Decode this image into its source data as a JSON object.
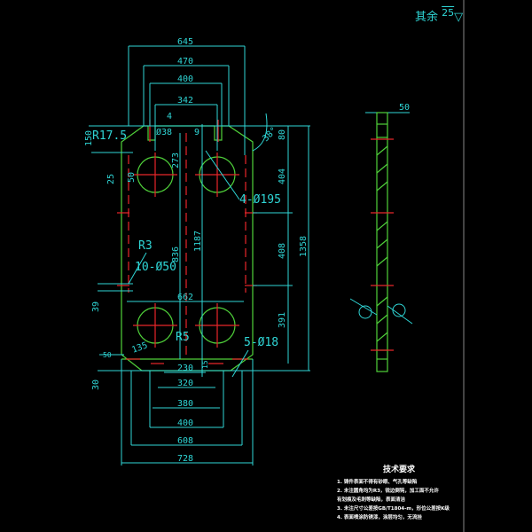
{
  "surface_finish": {
    "label": "其余",
    "value": "25"
  },
  "dimensions": {
    "d645": "645",
    "d470": "470",
    "d400_top": "400",
    "d342": "342",
    "d4": "4",
    "phi38": "Ø38",
    "d9": "9",
    "d273": "273",
    "r17_5": "R17.5",
    "d150": "150",
    "d25": "25",
    "d50_left": "50",
    "angle38": "38°",
    "d80": "80",
    "d404": "404",
    "holes_195": "4-Ø195",
    "d408": "408",
    "d1358": "1358",
    "d391": "391",
    "r3": "R3",
    "holes_50": "10-Ø50",
    "d39": "39",
    "d662": "662",
    "d836": "836",
    "d1187": "1187",
    "r5": "R5",
    "d135": "135",
    "holes_18": "5-Ø18",
    "d50_small": "50",
    "d15": "15",
    "d230": "230",
    "d30": "30",
    "d320": "320",
    "d380": "380",
    "d400_bottom": "400",
    "d608": "608",
    "d728": "728",
    "side_thickness": "50"
  },
  "notes": {
    "title": "技术要求",
    "items": [
      "1. 铸件表面不得有砂眼、气孔等缺陷",
      "2. 未注圆角均为R3，锐边倒钝，加工面不允许",
      "   有划痕及毛刺等缺陷，表面清洁",
      "3. 未注尺寸公差按GB/T1804-m，形位公差按K级",
      "4. 表面喷涂防锈漆，涂层均匀，无流挂"
    ]
  }
}
